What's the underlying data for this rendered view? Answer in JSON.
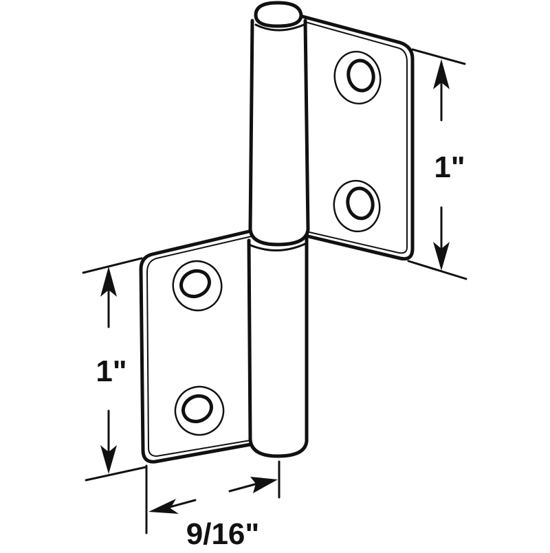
{
  "diagram": {
    "subject": "Lift-off hinge",
    "colors": {
      "line": "#111111",
      "background": "#ffffff"
    },
    "dimensions": {
      "upper_leaf_height": "1\"",
      "lower_leaf_height": "1\"",
      "leaf_width": "9/16\""
    },
    "parts": {
      "upper_leaf": {
        "holes": 2
      },
      "lower_leaf": {
        "holes": 2
      },
      "knuckle": "pin barrel"
    }
  }
}
